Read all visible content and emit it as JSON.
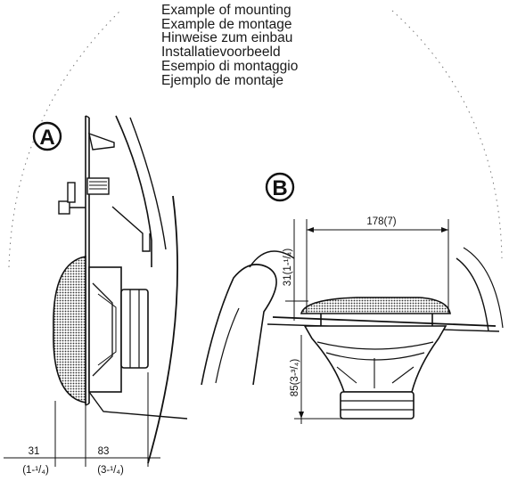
{
  "titles": [
    "Example of mounting",
    "Example de montage",
    "Hinweise zum einbau",
    "Installatievoorbeeld",
    "Esempio di montaggio",
    "Ejemplo de montaje"
  ],
  "view_a": {
    "label": "A",
    "dim_left_value": "31",
    "dim_left_inch": "(1-¹/₄)",
    "dim_right_value": "83",
    "dim_right_inch": "(3-¹/₄)"
  },
  "view_b": {
    "label": "B",
    "dim_width": "178(7)",
    "dim_top": "31(1-¹/₄)",
    "dim_depth": "85(3-³/₄)"
  }
}
